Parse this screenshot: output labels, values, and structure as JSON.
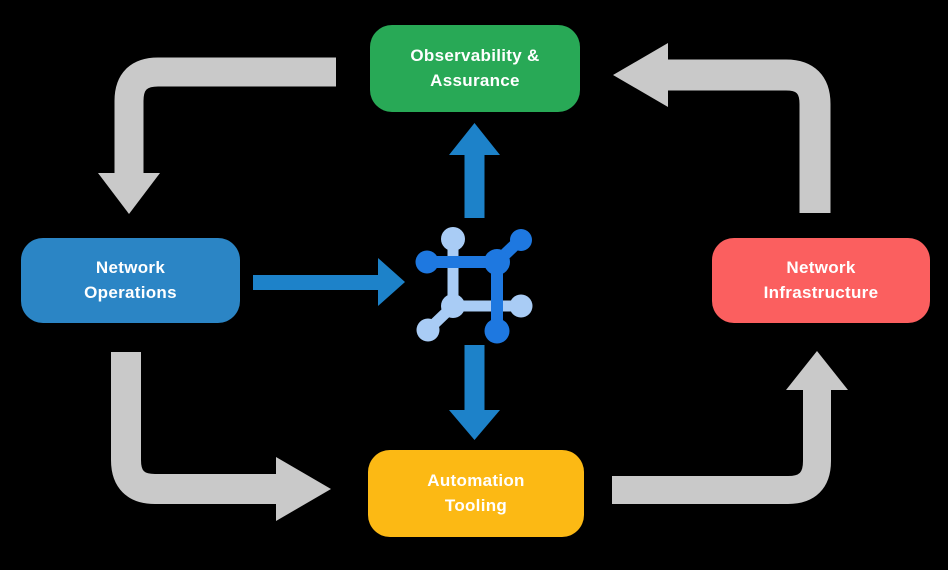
{
  "diagram": {
    "title_implicit": "",
    "background_color": "#000000",
    "nodes": [
      {
        "id": "observability",
        "line1": "Observability &",
        "line2": "Assurance",
        "color": "#28a956",
        "position": "top"
      },
      {
        "id": "operations",
        "line1": "Network",
        "line2": "Operations",
        "color": "#2b85c5",
        "position": "left"
      },
      {
        "id": "infrastructure",
        "line1": "Network",
        "line2": "Infrastructure",
        "color": "#fb5f5f",
        "position": "right"
      },
      {
        "id": "automation",
        "line1": "Automation",
        "line2": "Tooling",
        "color": "#fcb914",
        "position": "bottom"
      }
    ],
    "center_icon": "network-nodes-icon",
    "colors": {
      "cycle_arrow_gray": "#c9c9c9",
      "flow_arrow_blue": "#1d82c9",
      "icon_dark_blue": "#1e78e0",
      "icon_light_blue": "#a9ccf5",
      "node_text": "#ffffff"
    },
    "connections": [
      {
        "from": "observability",
        "to": "operations",
        "style": "gray-elbow"
      },
      {
        "from": "operations",
        "to": "automation",
        "style": "gray-elbow"
      },
      {
        "from": "automation",
        "to": "infrastructure",
        "style": "gray-elbow"
      },
      {
        "from": "infrastructure",
        "to": "observability",
        "style": "gray-elbow"
      },
      {
        "from": "operations",
        "to": "center-icon",
        "style": "blue-straight"
      },
      {
        "from": "center-icon",
        "to": "observability",
        "style": "blue-straight"
      },
      {
        "from": "center-icon",
        "to": "automation",
        "style": "blue-straight"
      }
    ]
  }
}
